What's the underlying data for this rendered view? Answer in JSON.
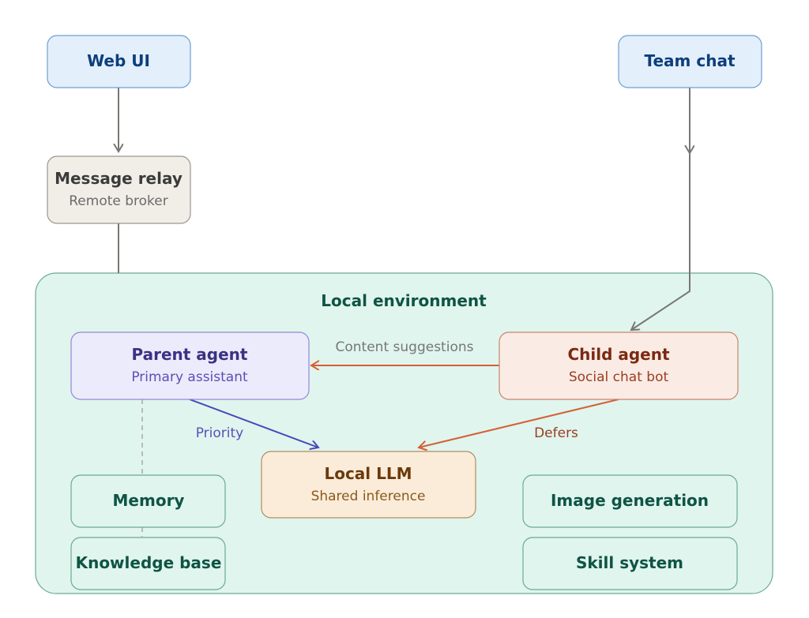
{
  "diagram": {
    "container": {
      "title": "Local environment"
    },
    "nodes": {
      "web_ui": {
        "title": "Web UI"
      },
      "team_chat": {
        "title": "Team chat"
      },
      "message_relay": {
        "title": "Message relay",
        "subtitle": "Remote broker"
      },
      "parent_agent": {
        "title": "Parent agent",
        "subtitle": "Primary assistant"
      },
      "child_agent": {
        "title": "Child agent",
        "subtitle": "Social chat bot"
      },
      "local_llm": {
        "title": "Local LLM",
        "subtitle": "Shared inference"
      },
      "memory": {
        "title": "Memory"
      },
      "knowledge_base": {
        "title": "Knowledge base"
      },
      "image_generation": {
        "title": "Image generation"
      },
      "skill_system": {
        "title": "Skill system"
      }
    },
    "edges": {
      "content_suggestions": "Content suggestions",
      "priority": "Priority",
      "defers": "Defers"
    },
    "colors": {
      "client_fill": "#e3effb",
      "client_stroke": "#6f9ed6",
      "client_text": "#0d3f7a",
      "relay_fill": "#f1eee8",
      "relay_stroke": "#9a968f",
      "relay_text": "#3b3b3b",
      "relay_sub": "#6b6b6b",
      "env_fill": "#e0f5ee",
      "env_stroke": "#6bab90",
      "env_text": "#0e5444",
      "parent_fill": "#ecebfb",
      "parent_stroke": "#8f8ad8",
      "parent_text": "#3a3284",
      "parent_sub": "#5a4fb8",
      "child_fill": "#fbebe5",
      "child_stroke": "#c9856d",
      "child_text": "#7a2a12",
      "child_sub": "#9a3e22",
      "llm_fill": "#fbecd9",
      "llm_stroke": "#b08d5e",
      "llm_text": "#6a3a0c",
      "llm_sub": "#8a5a1f",
      "arrow_gray": "#777773",
      "arrow_orange": "#d65f35",
      "arrow_purple": "#4d47b9",
      "label_gray": "#777773"
    }
  }
}
